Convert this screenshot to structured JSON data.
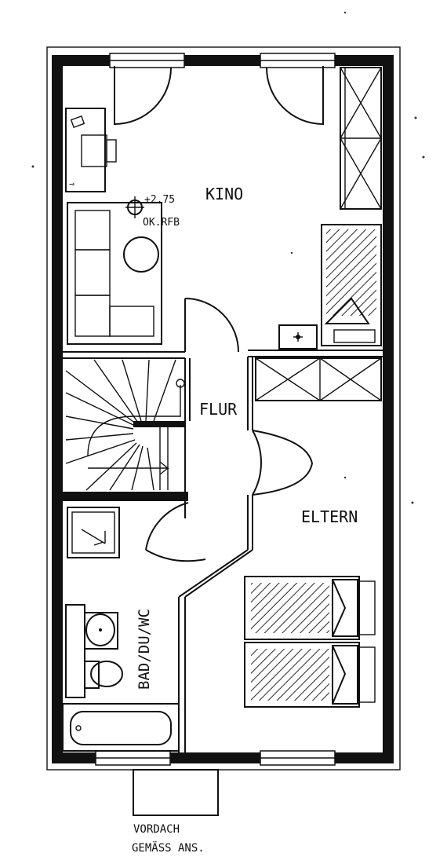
{
  "rooms": {
    "kino": "KINO",
    "flur": "FLUR",
    "eltern": "ELTERN",
    "bad": "BAD/DU/WC"
  },
  "level": {
    "elevation": "+2.75",
    "reference": "OK.RFB"
  },
  "note": {
    "line1": "VORDACH",
    "line2": "GEMÄSS ANS."
  }
}
